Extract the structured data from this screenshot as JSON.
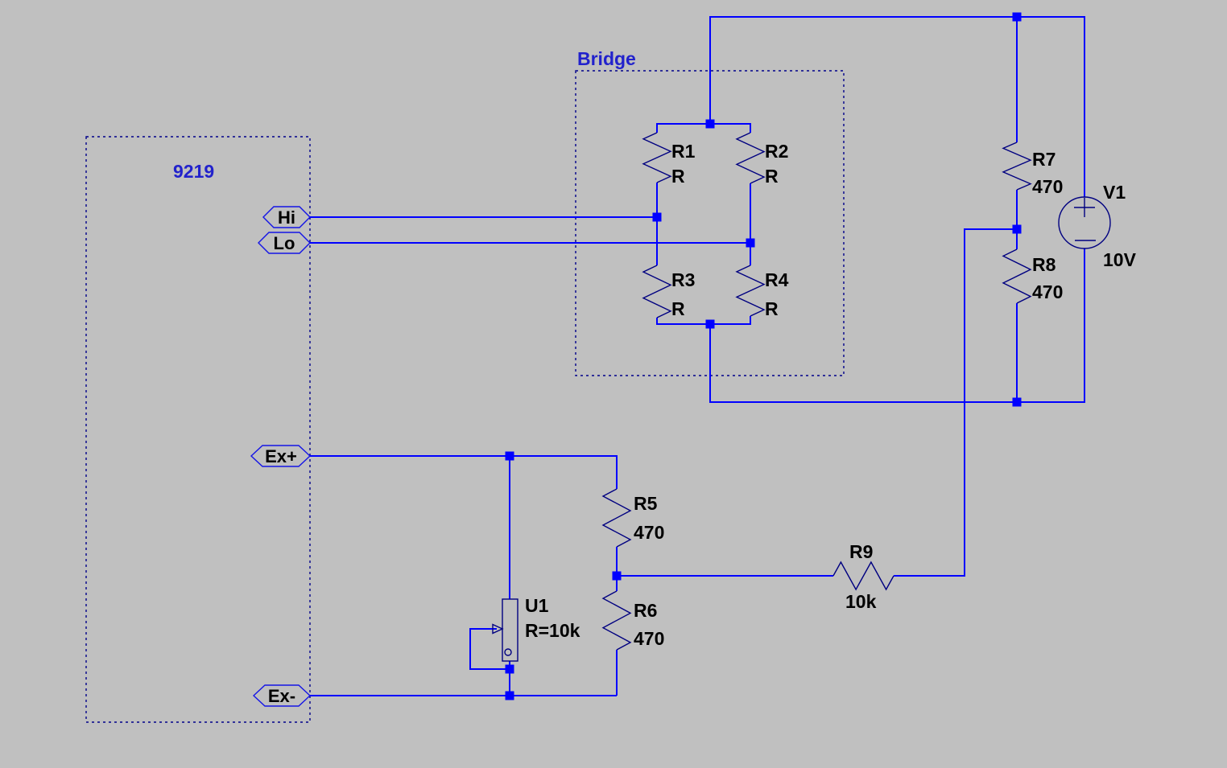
{
  "colors": {
    "background": "#C0C0C0",
    "wire": "#0000FF",
    "symbol": "#000080",
    "label_text": "#000000",
    "title_text": "#2222CC"
  },
  "module_9219": {
    "title": "9219",
    "ports": {
      "hi": {
        "label": "Hi"
      },
      "lo": {
        "label": "Lo"
      },
      "ex_plus": {
        "label": "Ex+"
      },
      "ex_minus": {
        "label": "Ex-"
      }
    }
  },
  "bridge": {
    "title": "Bridge"
  },
  "components": {
    "r1": {
      "ref": "R1",
      "value": "R"
    },
    "r2": {
      "ref": "R2",
      "value": "R"
    },
    "r3": {
      "ref": "R3",
      "value": "R"
    },
    "r4": {
      "ref": "R4",
      "value": "R"
    },
    "r5": {
      "ref": "R5",
      "value": "470"
    },
    "r6": {
      "ref": "R6",
      "value": "470"
    },
    "r7": {
      "ref": "R7",
      "value": "470"
    },
    "r8": {
      "ref": "R8",
      "value": "470"
    },
    "r9": {
      "ref": "R9",
      "value": "10k"
    },
    "u1": {
      "ref": "U1",
      "value": "R=10k"
    },
    "v1": {
      "ref": "V1",
      "value": "10V"
    }
  }
}
